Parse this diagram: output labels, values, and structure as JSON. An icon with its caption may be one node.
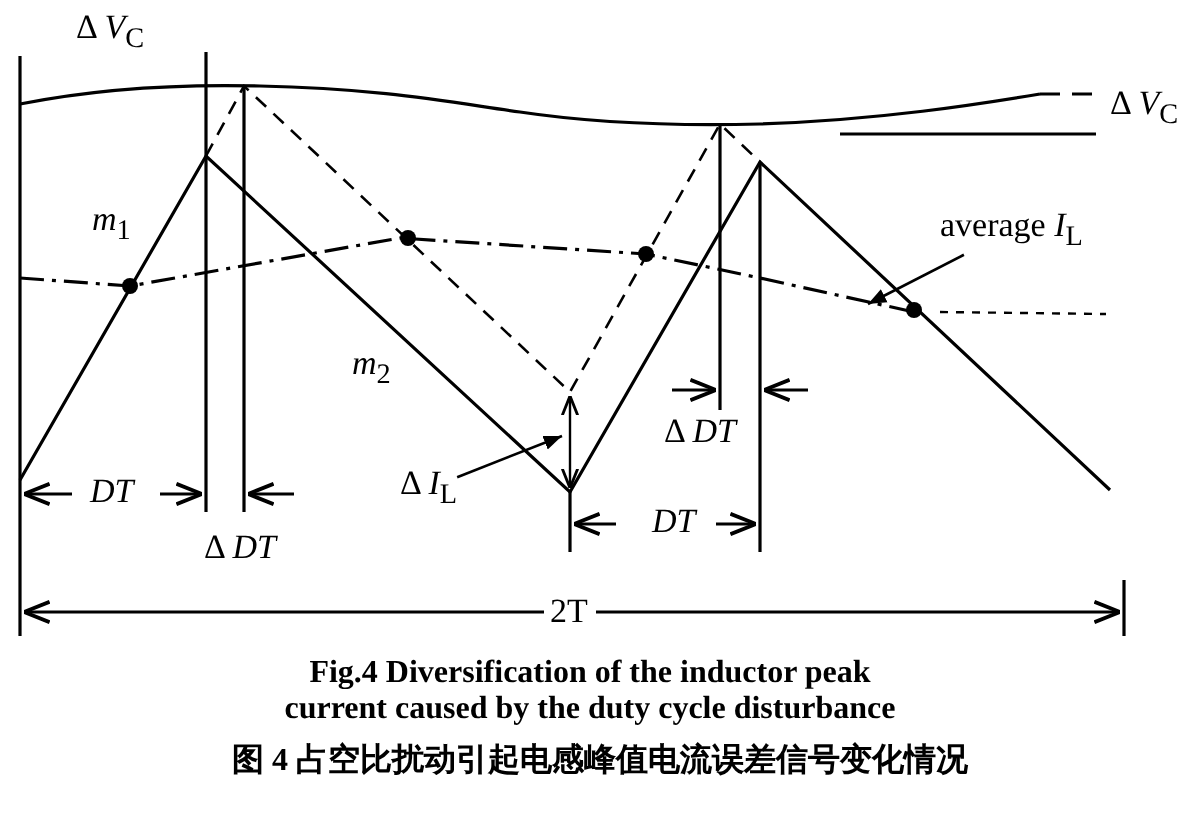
{
  "diagram": {
    "caption": "Fig.4 Diversification of the inductor peak current caused by the duty cycle disturbance",
    "nodes": [
      {
        "text": [
          "average *I*$_{L}$"
        ]
      },
      {
        "text": [
          "Δ *I*$_{L}$"
        ]
      }
    ],
    "edges": [
      {
        "from": 0,
        "to": null,
        "arrow": "to"
      },
      {
        "from": 1,
        "to": null,
        "arrow": "to"
      }
    ],
    "labels": [
      "Δ *V*$_{C}$",
      "Δ *V*$_{C}$",
      "*m*$_{1}$",
      "*m*$_{2}$",
      "*DT*",
      "Δ *DT*",
      "Δ *DT*",
      "*DT*",
      "2T",
      "图 4 占空比扰动引起电感峰值电流误差信号变化情况"
    ]
  }
}
